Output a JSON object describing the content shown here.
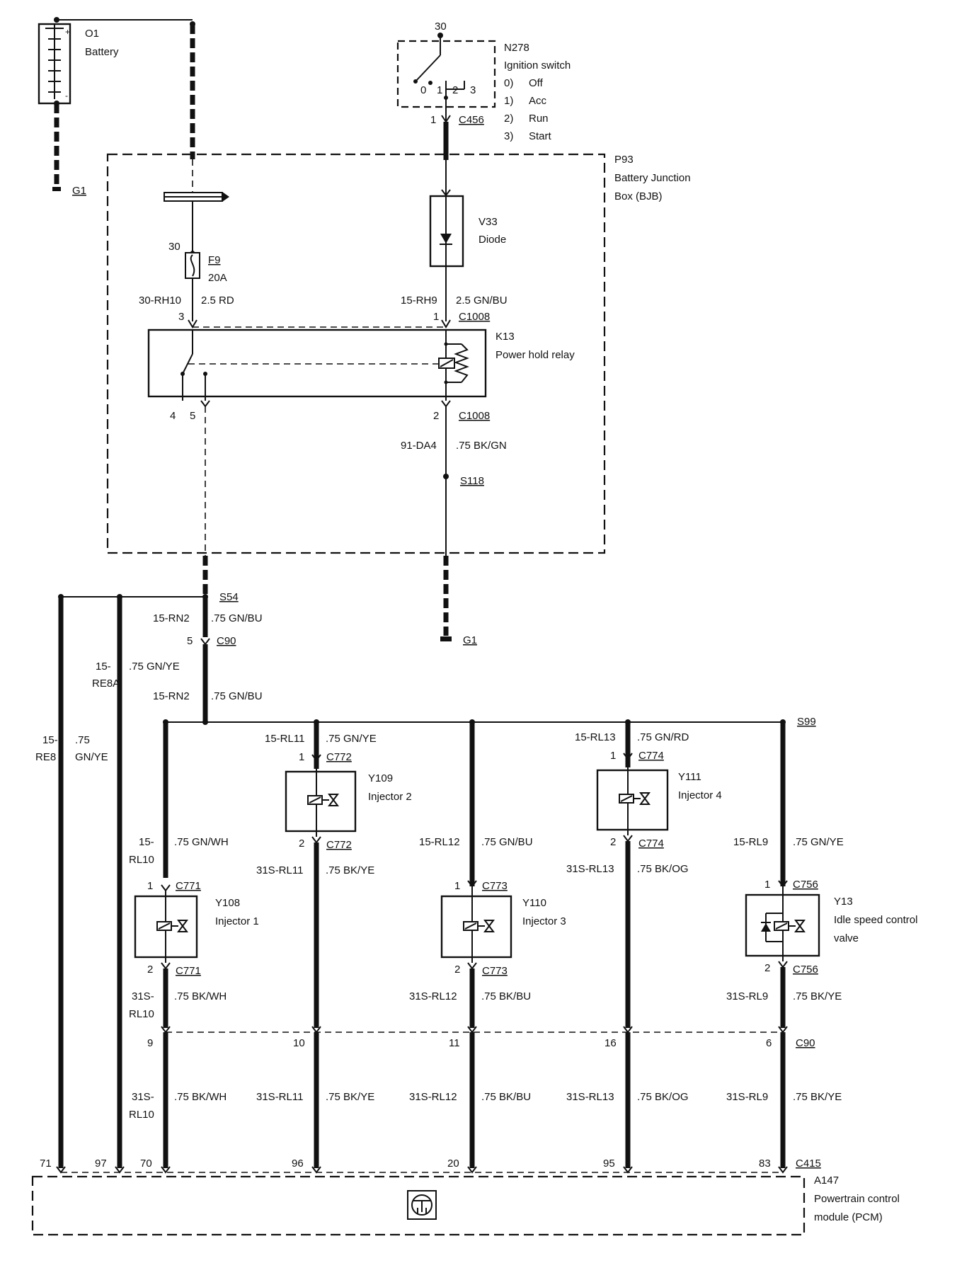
{
  "battery": {
    "id": "O1",
    "name": "Battery",
    "plus": "+",
    "minus": "-"
  },
  "ignition": {
    "pin": "30",
    "id": "N278",
    "name": "Ignition switch",
    "pos0": "0",
    "pos1": "1",
    "pos2": "2",
    "pos3": "3",
    "positions": [
      {
        "num": "0)",
        "label": "Off"
      },
      {
        "num": "1)",
        "label": "Acc"
      },
      {
        "num": "2)",
        "label": "Run"
      },
      {
        "num": "3)",
        "label": "Start"
      }
    ],
    "conn_pin": "1",
    "conn": "C456"
  },
  "bjb": {
    "id": "P93",
    "line1": "Battery Junction",
    "line2": "Box (BJB)"
  },
  "ground_left": "G1",
  "ground_right": "G1",
  "fuse": {
    "pin": "30",
    "id": "F9",
    "rating": "20A",
    "circuit": "30-RH10",
    "wire": "2.5 RD",
    "relay_pin": "3"
  },
  "diode": {
    "id": "V33",
    "name": "Diode",
    "circuit": "15-RH9",
    "wire": "2.5 GN/BU",
    "relay_pin": "1",
    "conn": "C1008"
  },
  "relay": {
    "id": "K13",
    "name": "Power hold relay",
    "pin4": "4",
    "pin5": "5",
    "pin2": "2",
    "conn": "C1008",
    "out_circuit": "91-DA4",
    "out_wire": ".75 BK/GN",
    "splice": "S118"
  },
  "s54": {
    "splice": "S54",
    "circuit1": "15-RN2",
    "wire1": ".75 GN/BU",
    "pin": "5",
    "conn": "C90",
    "circuit2": "15-RN2",
    "wire2": ".75 GN/BU"
  },
  "re8a": {
    "circuit_a": "15-",
    "circuit_b": "RE8A",
    "wire": ".75 GN/YE"
  },
  "re8": {
    "circuit_a": "15-",
    "circuit_b": "RE8",
    "wire_a": ".75",
    "wire_b": "GN/YE"
  },
  "s99": "S99",
  "inj1": {
    "id": "Y108",
    "name": "Injector 1",
    "in_a": "15-",
    "in_b": "RL10",
    "in_wire": ".75 GN/WH",
    "pin1": "1",
    "conn1": "C771",
    "pin2": "2",
    "conn2": "C771",
    "out_a": "31S-",
    "out_b": "RL10",
    "out_wire": ".75 BK/WH",
    "c90_pin": "9",
    "low_a": "31S-",
    "low_b": "RL10",
    "low_wire": ".75 BK/WH",
    "pcm_pin": "70"
  },
  "inj2": {
    "id": "Y109",
    "name": "Injector 2",
    "in": "15-RL11",
    "in_wire": ".75 GN/YE",
    "pin1": "1",
    "conn1": "C772",
    "pin2": "2",
    "conn2": "C772",
    "out": "31S-RL11",
    "out_wire": ".75 BK/YE",
    "c90_pin": "10",
    "low": "31S-RL11",
    "low_wire": ".75 BK/YE",
    "pcm_pin": "96"
  },
  "inj3": {
    "id": "Y110",
    "name": "Injector 3",
    "in": "15-RL12",
    "in_wire": ".75 GN/BU",
    "pin1": "1",
    "conn1": "C773",
    "pin2": "2",
    "conn2": "C773",
    "out": "31S-RL12",
    "out_wire": ".75 BK/BU",
    "c90_pin": "11",
    "low": "31S-RL12",
    "low_wire": ".75 BK/BU",
    "pcm_pin": "20"
  },
  "inj4": {
    "id": "Y111",
    "name": "Injector 4",
    "in": "15-RL13",
    "in_wire": ".75 GN/RD",
    "pin1": "1",
    "conn1": "C774",
    "pin2": "2",
    "conn2": "C774",
    "out": "31S-RL13",
    "out_wire": ".75 BK/OG",
    "c90_pin": "16",
    "low": "31S-RL13",
    "low_wire": ".75 BK/OG",
    "pcm_pin": "95"
  },
  "isc": {
    "id": "Y13",
    "line1": "Idle speed control",
    "line2": "valve",
    "in": "15-RL9",
    "in_wire": ".75 GN/YE",
    "pin1": "1",
    "conn1": "C756",
    "pin2": "2",
    "conn2": "C756",
    "out": "31S-RL9",
    "out_wire": ".75 BK/YE",
    "c90_pin": "6",
    "c90_conn": "C90",
    "low": "31S-RL9",
    "low_wire": ".75 BK/YE",
    "pcm_pin": "83"
  },
  "pcm": {
    "pin71": "71",
    "pin97": "97",
    "conn": "C415",
    "id": "A147",
    "line1": "Powertrain control",
    "line2": "module (PCM)"
  }
}
